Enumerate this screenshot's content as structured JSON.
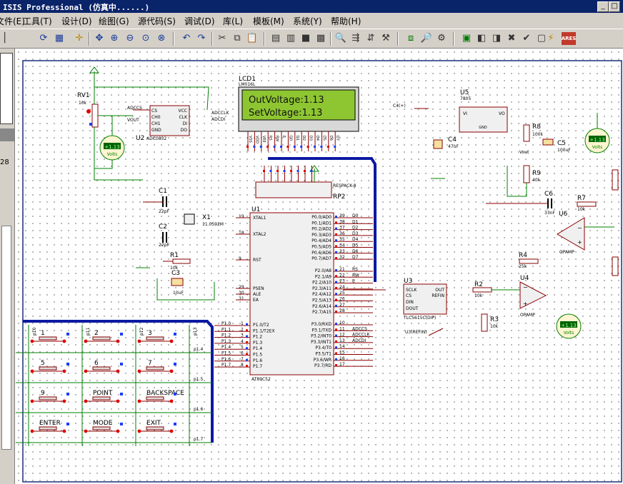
{
  "window": {
    "title": "ISIS Professional (仿真中......)",
    "minimize": "_",
    "maximize": "□"
  },
  "menu": [
    "文件(E)",
    "工具(T)",
    "设计(D)",
    "绘图(G)",
    "源代码(S)",
    "调试(D)",
    "库(L)",
    "模板(M)",
    "系统(Y)",
    "帮助(H)"
  ],
  "toolbar_icons": [
    "refresh-icon",
    "grid-icon",
    "origin-icon",
    "pan-icon",
    "zoom-in-icon",
    "zoom-out-icon",
    "zoom-all-icon",
    "zoom-area-icon",
    "undo-icon",
    "redo-icon",
    "cut-icon",
    "copy-icon",
    "paste-icon",
    "block-copy-icon",
    "block-move-icon",
    "block-rotate-icon",
    "block-delete-icon",
    "pick-device-icon",
    "make-device-icon",
    "packaging-icon",
    "decompose-icon",
    "wire-autorouter-icon",
    "search-tag-icon",
    "property-icon",
    "new-sheet-icon",
    "remove-sheet-icon",
    "zoom-child-icon",
    "bom-icon",
    "erc-icon",
    "netlist-icon",
    "ares-icon"
  ],
  "left_panel": {
    "fragment": "28"
  },
  "schematic": {
    "lcd": {
      "ref": "LCD1",
      "part": "LM016L",
      "line1": "OutVoltage:1.13",
      "line2": "SetVoltage:1.13",
      "pins": [
        "VSS",
        "VDD",
        "VEE",
        "RS",
        "RW",
        "E",
        "D0",
        "D1",
        "D2",
        "D3",
        "D4",
        "D5",
        "D6",
        "D7"
      ]
    },
    "rv1": {
      "ref": "RV1",
      "value": "10k"
    },
    "u2": {
      "ref": "U2",
      "part": "ADC0832",
      "pins_left": [
        "CS",
        "CH0",
        "CH1",
        "GND"
      ],
      "pins_right": [
        "VCC",
        "CLK",
        "DI",
        "DO"
      ],
      "nets": [
        "ADCCS",
        "VOUT",
        "ADCCLK",
        "ADCDI"
      ]
    },
    "voltmeter_left": {
      "reading": "+1.13",
      "unit": "Volts"
    },
    "voltmeter_top_right": {
      "reading": "+1.13",
      "unit": "Volts"
    },
    "voltmeter_bottom_right": {
      "reading": "+1.13",
      "unit": "Volts"
    },
    "rp2": {
      "ref": "RP2",
      "part": "RESPACK-8"
    },
    "c1": {
      "ref": "C1",
      "value": "22pF"
    },
    "c2": {
      "ref": "C2",
      "value": "22pF"
    },
    "c3": {
      "ref": "C3",
      "value": "10uF"
    },
    "r1": {
      "ref": "R1",
      "value": "10k"
    },
    "x1": {
      "ref": "X1",
      "value": "11.0592M"
    },
    "u1": {
      "ref": "U1",
      "part": "AT89C52",
      "left_pins": [
        "XTAL1",
        "XTAL2",
        "RST",
        "PSEN",
        "ALE",
        "EA"
      ],
      "left_nums": [
        "19",
        "18",
        "9",
        "29",
        "30",
        "31"
      ],
      "port1": [
        "P1.0/T2",
        "P1.1/T2EX",
        "P1.2",
        "P1.3",
        "P1.4",
        "P1.5",
        "P1.6",
        "P1.7"
      ],
      "port1_nums": [
        "1",
        "2",
        "3",
        "4",
        "5",
        "6",
        "7",
        "8"
      ],
      "port1_nets": [
        "P1.0",
        "P1.1",
        "P1.2",
        "P1.3",
        "P1.4",
        "P1.5",
        "P1.6",
        "P1.7"
      ],
      "port0": [
        "P0.0/AD0",
        "P0.1/AD1",
        "P0.2/AD2",
        "P0.3/AD3",
        "P0.4/AD4",
        "P0.5/AD5",
        "P0.6/AD6",
        "P0.7/AD7"
      ],
      "port0_nums": [
        "39",
        "38",
        "37",
        "36",
        "35",
        "34",
        "33",
        "32"
      ],
      "port0_nets": [
        "D0",
        "D1",
        "D2",
        "D3",
        "D4",
        "D5",
        "D6",
        "D7"
      ],
      "port2": [
        "P2.0/A8",
        "P2.1/A9",
        "P2.2/A10",
        "P2.3/A11",
        "P2.4/A12",
        "P2.5/A13",
        "P2.6/A14",
        "P2.7/A15"
      ],
      "port2_nums": [
        "21",
        "22",
        "23",
        "24",
        "25",
        "26",
        "27",
        "28"
      ],
      "port2_nets": [
        "RS",
        "RW",
        "E",
        "",
        "",
        "",
        "",
        ""
      ],
      "port3": [
        "P3.0/RXD",
        "P3.1/TXD",
        "P3.2/INT0",
        "P3.3/INT1",
        "P3.4/T0",
        "P3.5/T1",
        "P3.6/WR",
        "P3.7/RD"
      ],
      "port3_nums": [
        "10",
        "11",
        "12",
        "13",
        "14",
        "15",
        "16",
        "17"
      ],
      "port3_nets": [
        "",
        "ADCCS",
        "ADCCLK",
        "ADCDI",
        "",
        "",
        "",
        ""
      ]
    },
    "u3": {
      "ref": "U3",
      "part": "TLC5615C(DIP)",
      "pins_left": [
        "SCLK",
        "CS",
        "DIN",
        "DOUT"
      ],
      "pins_right": [
        "OUT",
        "REFIN"
      ],
      "refin_label": "U3(REFIN)"
    },
    "u5": {
      "ref": "U5",
      "part": "7805",
      "vi": "VI",
      "vo": "VO",
      "gnd": "GND"
    },
    "c4": {
      "ref": "C4",
      "value": "47uF"
    },
    "c5": {
      "ref": "C5",
      "value": "100uF"
    },
    "c6": {
      "ref": "C6",
      "value": "33nF"
    },
    "r8": {
      "ref": "R8",
      "value": "100k"
    },
    "r9": {
      "ref": "R9",
      "value": "40k"
    },
    "r7": {
      "ref": "R7",
      "value": "10k"
    },
    "r2": {
      "ref": "R2",
      "value": "10k"
    },
    "r3": {
      "ref": "R3",
      "value": "10k"
    },
    "r4": {
      "ref": "R4",
      "value": "25k"
    },
    "u4": {
      "ref": "U4",
      "part": "OPAMP"
    },
    "u6": {
      "ref": "U6",
      "part": "OPAMP"
    },
    "vout_label": "Vout",
    "vin_label": "C4(+)",
    "keypad": {
      "labels": [
        "1",
        "2",
        "3",
        "5",
        "6",
        "7",
        "9",
        "POINT",
        "BACKSPACE",
        "ENTER",
        "MODE",
        "EXIT"
      ],
      "col_nets": [
        "p10",
        "p11",
        "p12",
        "p13"
      ],
      "row_nets": [
        "p1.4",
        "p1.5",
        "p1.6",
        "p1.7"
      ]
    }
  }
}
